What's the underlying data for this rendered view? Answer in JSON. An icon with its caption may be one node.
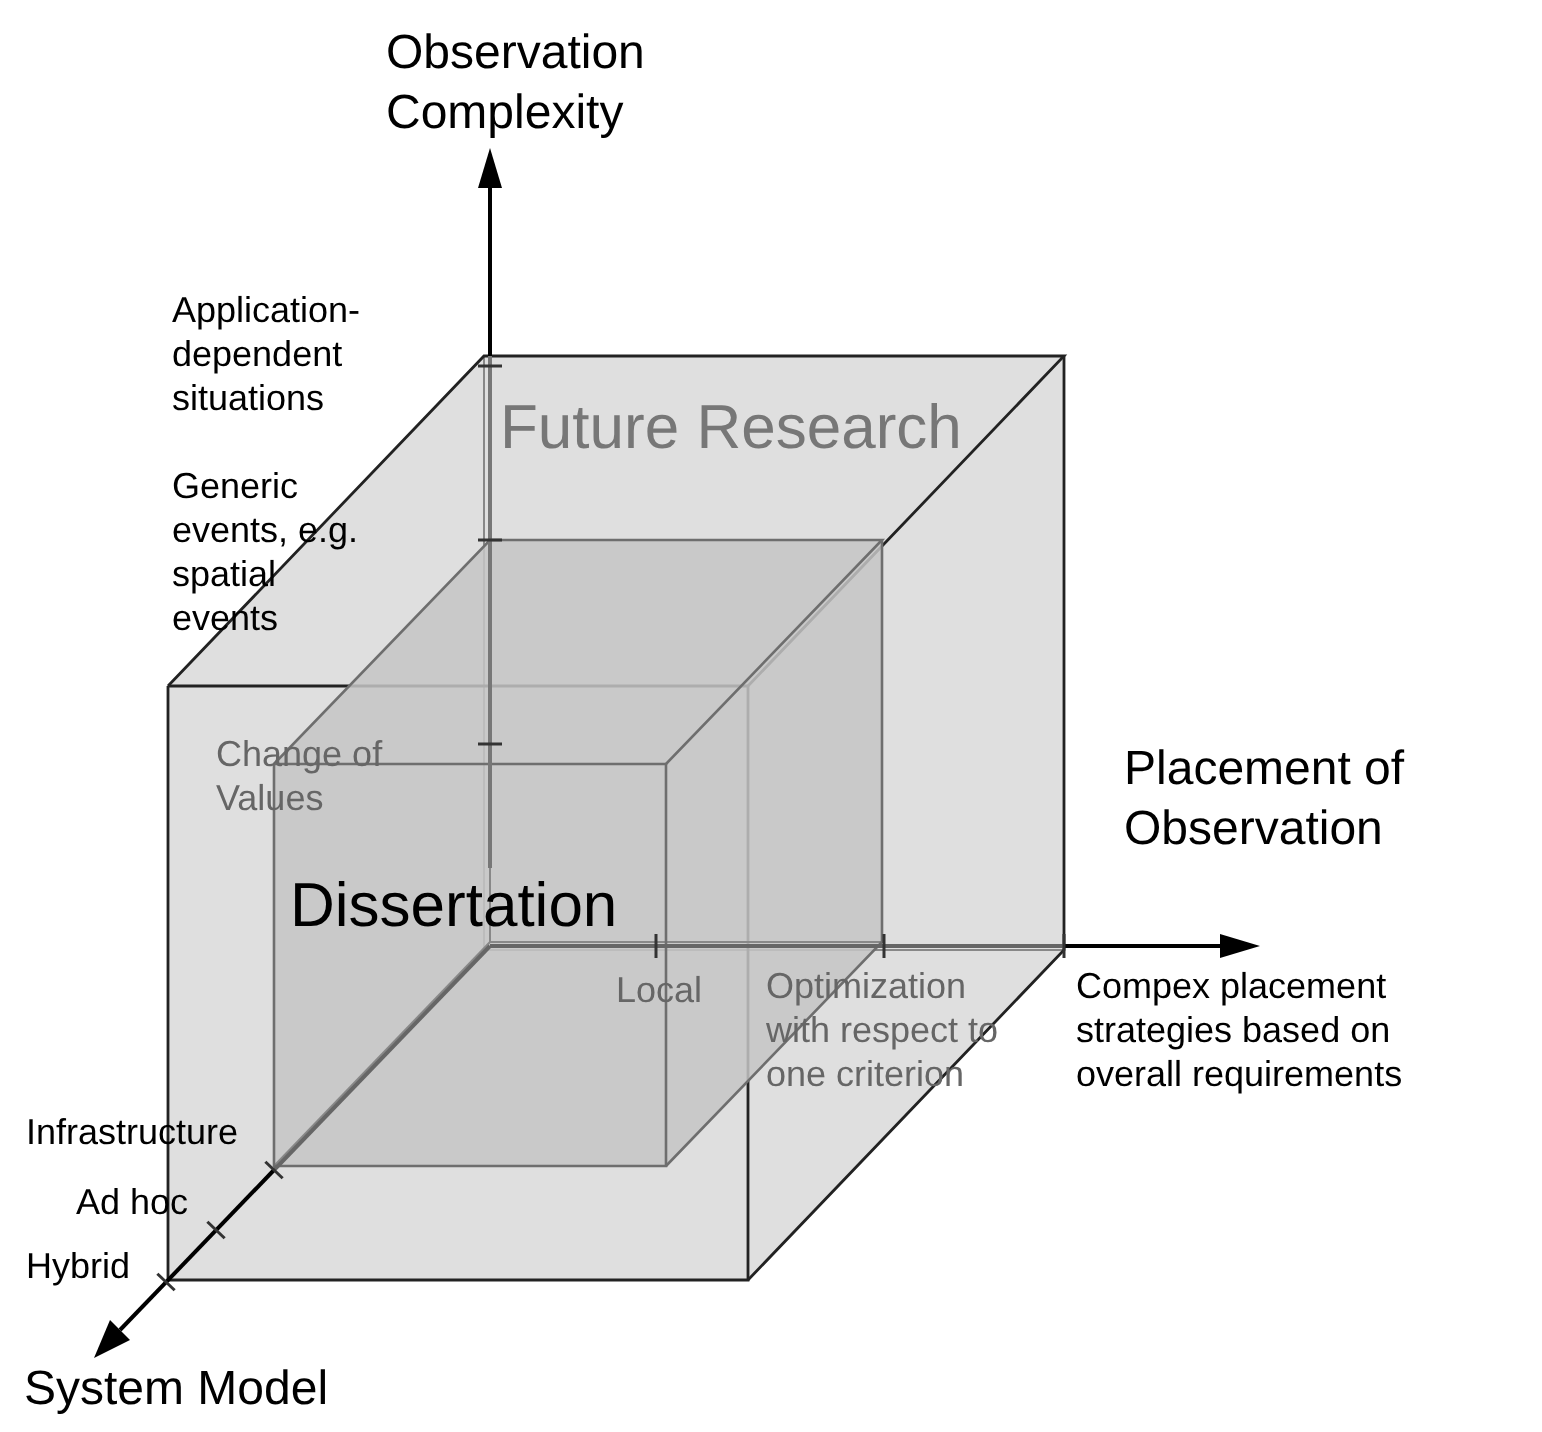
{
  "diagram": {
    "nodes": [
      {
        "text": [
          "Future Research"
        ]
      },
      {
        "text": [
          "Dissertation"
        ],
        "in": 0
      }
    ],
    "labels": [
      "Observation Complexity",
      "Application-dependent situations",
      "Generic events, e.g. spatial events",
      "Change of Values",
      "Placement of Observation",
      "Local",
      "Optimization with respect to one criterion",
      "Compex placement strategies based on overall requirements",
      "Infrastructure",
      "Ad hoc",
      "Hybrid",
      "System Model"
    ]
  }
}
